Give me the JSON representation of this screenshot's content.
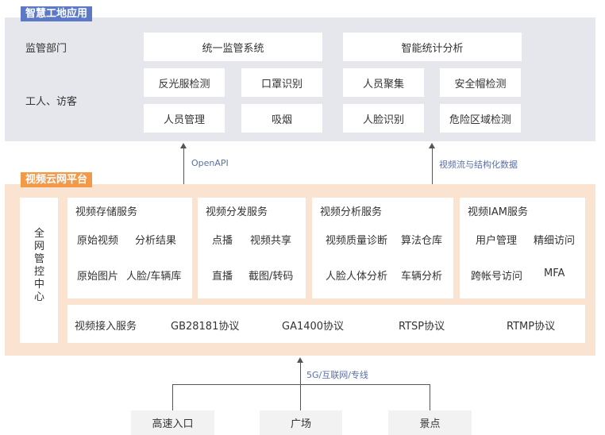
{
  "smart_site": {
    "tag": "智慧工地应用",
    "row_label_1": "监管部门",
    "row_label_2": "工人、访客",
    "boxes": [
      "统一监管系统",
      "智能统计分析",
      "反光服检测",
      "口罩识别",
      "人员聚集",
      "安全帽检测",
      "人员管理",
      "吸烟",
      "人脸识别",
      "危险区域检测"
    ]
  },
  "connectors": {
    "left_label": "OpenAPI",
    "right_label": "视频流与结构化数据",
    "bottom_label": "5G/互联网/专线"
  },
  "cloud": {
    "tag": "视频云网平台",
    "side_label": "全网管控中心",
    "panels": [
      {
        "title": "视频存储服务",
        "items": [
          "原始视频",
          "分析结果",
          "原始图片",
          "人脸/车辆库"
        ]
      },
      {
        "title": "视频分发服务",
        "items": [
          "点播",
          "视频共享",
          "直播",
          "截图/转码"
        ]
      },
      {
        "title": "视频分析服务",
        "items": [
          "视频质量诊断",
          "算法仓库",
          "人脸人体分析",
          "车辆分析"
        ]
      },
      {
        "title": "视频IAM服务",
        "items": [
          "用户管理",
          "精细访问",
          "跨帐号访问",
          "MFA"
        ]
      }
    ],
    "access": {
      "title": "视频接入服务",
      "items": [
        "GB28181协议",
        "GA1400协议",
        "RTSP协议",
        "RTMP协议"
      ]
    }
  },
  "sources": [
    "高速入口",
    "广场",
    "景点"
  ],
  "colors": {
    "top_bg": "#e6e7ec",
    "top_tag": "#5b79c6",
    "cloud_bg": "#fbe3d2",
    "cloud_tag": "#f29a4a"
  }
}
